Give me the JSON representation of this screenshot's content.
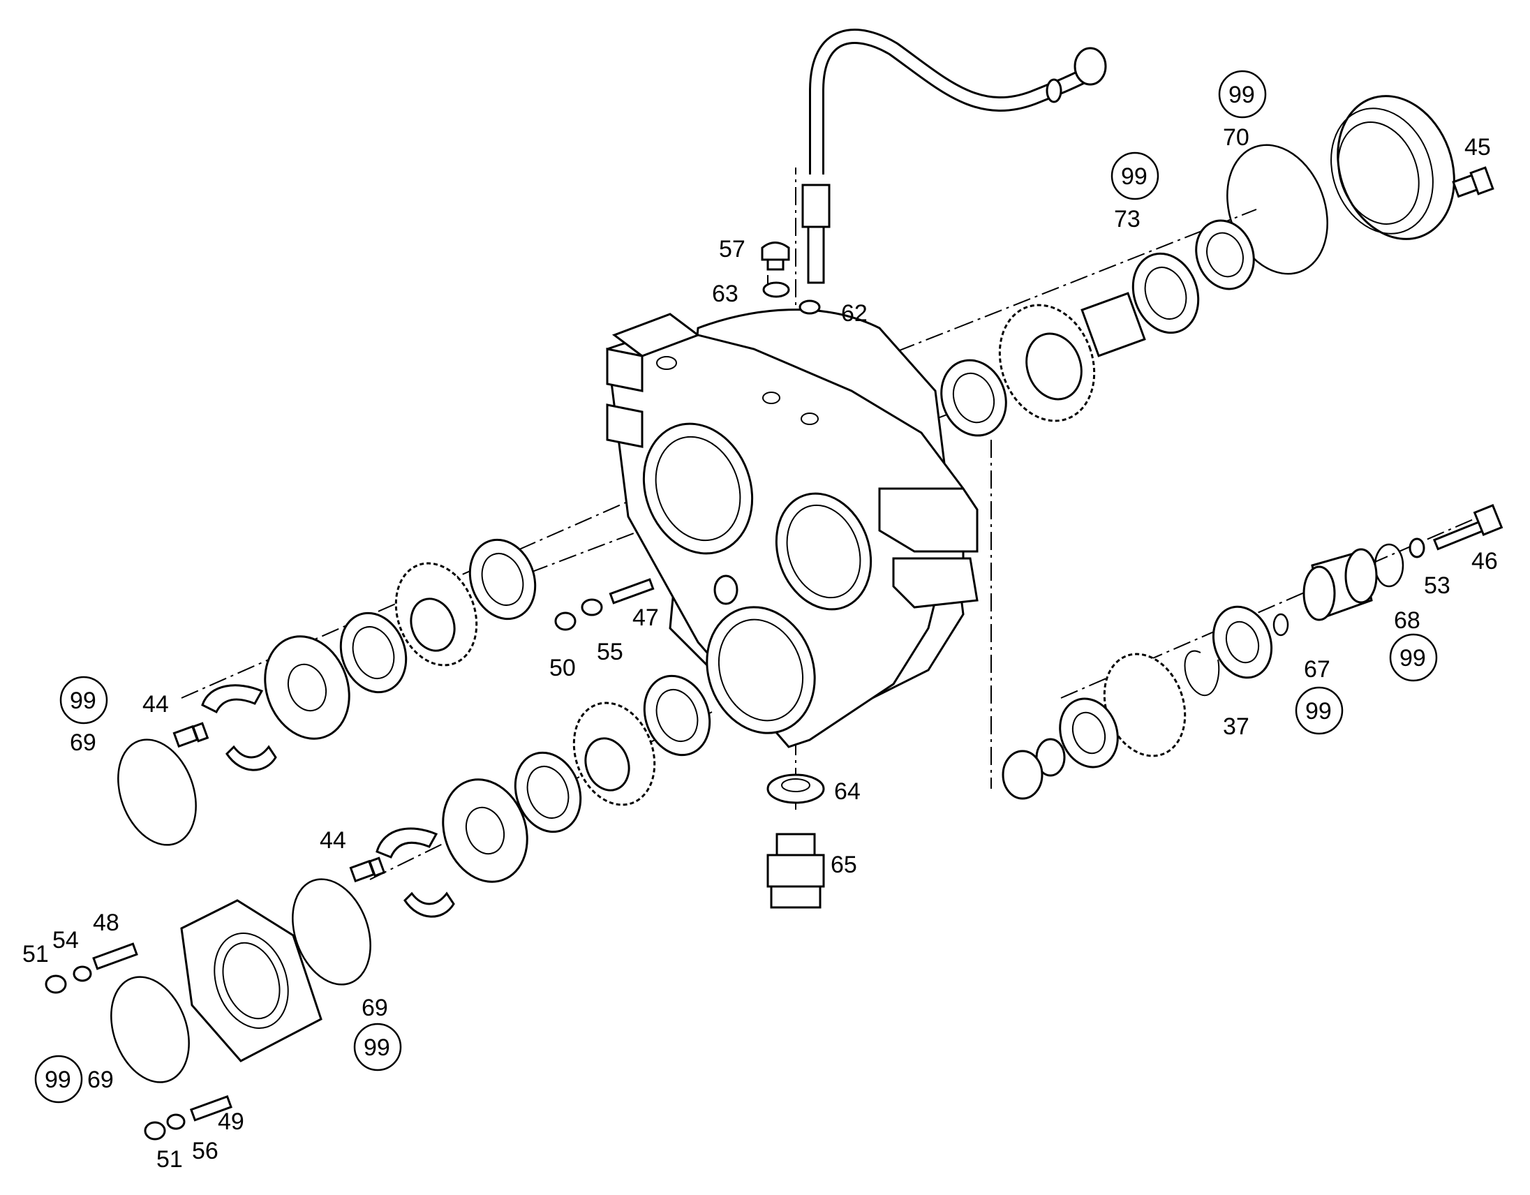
{
  "labels": [
    {
      "id": "p57",
      "text": "57"
    },
    {
      "id": "p63",
      "text": "63"
    },
    {
      "id": "p62",
      "text": "62"
    },
    {
      "id": "p99a",
      "text": "99",
      "circled": true
    },
    {
      "id": "p70",
      "text": "70"
    },
    {
      "id": "p45",
      "text": "45"
    },
    {
      "id": "p99b",
      "text": "99",
      "circled": true
    },
    {
      "id": "p73",
      "text": "73"
    },
    {
      "id": "p46",
      "text": "46"
    },
    {
      "id": "p53",
      "text": "53"
    },
    {
      "id": "p68",
      "text": "68"
    },
    {
      "id": "p99c",
      "text": "99",
      "circled": true
    },
    {
      "id": "p67",
      "text": "67"
    },
    {
      "id": "p99d",
      "text": "99",
      "circled": true
    },
    {
      "id": "p37",
      "text": "37"
    },
    {
      "id": "p47",
      "text": "47"
    },
    {
      "id": "p55",
      "text": "55"
    },
    {
      "id": "p50",
      "text": "50"
    },
    {
      "id": "p64",
      "text": "64"
    },
    {
      "id": "p65",
      "text": "65"
    },
    {
      "id": "p99e",
      "text": "99",
      "circled": true
    },
    {
      "id": "p69a",
      "text": "69"
    },
    {
      "id": "p44a",
      "text": "44"
    },
    {
      "id": "p44b",
      "text": "44"
    },
    {
      "id": "p48",
      "text": "48"
    },
    {
      "id": "p54",
      "text": "54"
    },
    {
      "id": "p51a",
      "text": "51"
    },
    {
      "id": "p69b",
      "text": "69"
    },
    {
      "id": "p99f",
      "text": "99",
      "circled": true
    },
    {
      "id": "p99g",
      "text": "99",
      "circled": true
    },
    {
      "id": "p69c",
      "text": "69"
    },
    {
      "id": "p49",
      "text": "49"
    },
    {
      "id": "p51b",
      "text": "51"
    },
    {
      "id": "p56",
      "text": "56"
    }
  ]
}
